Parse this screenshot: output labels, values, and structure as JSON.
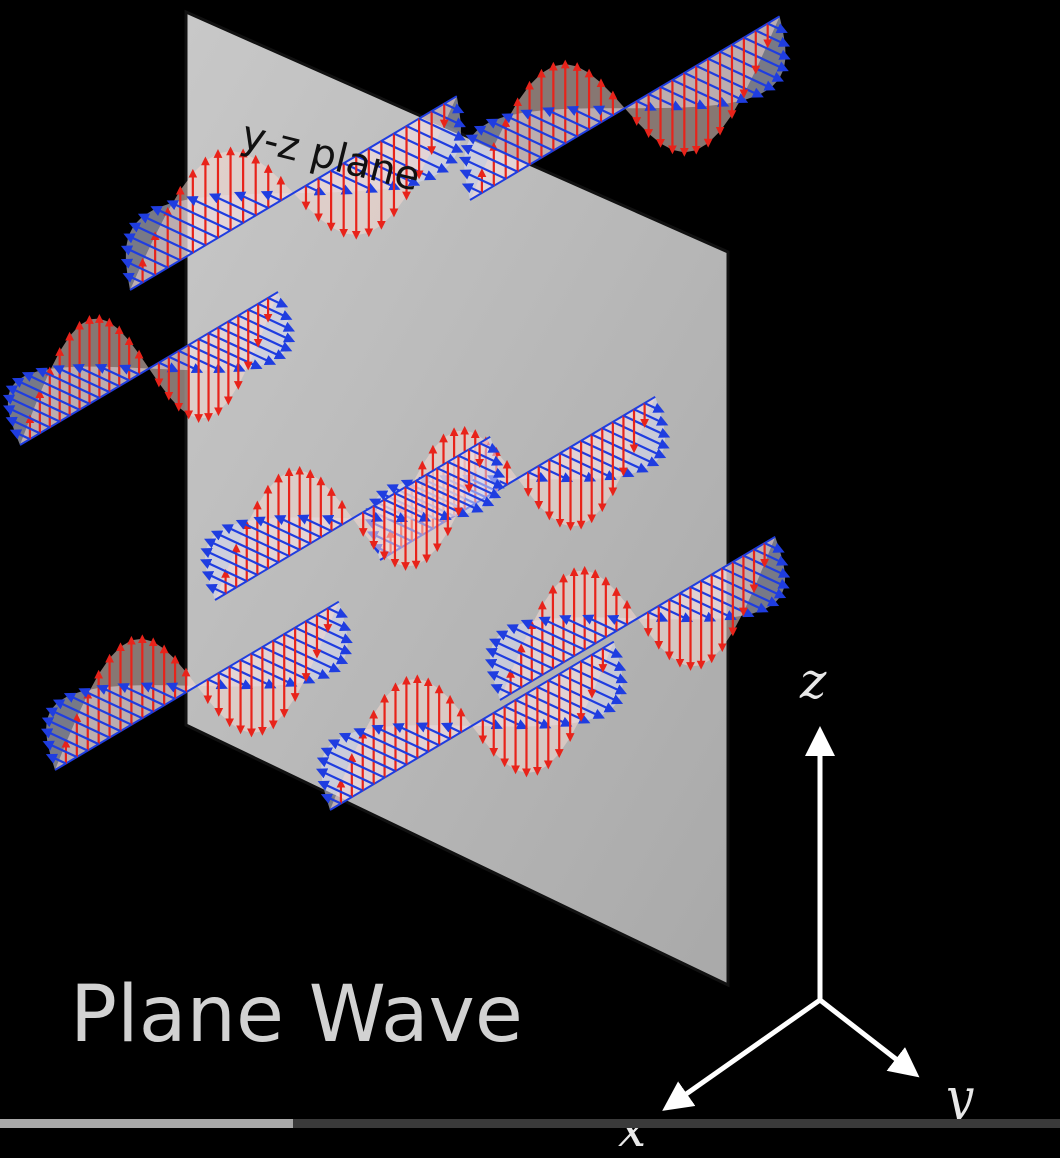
{
  "plane_label": "y-z plane",
  "title": "Plane Wave",
  "axes": {
    "z": "z",
    "y": "y",
    "x": "x"
  },
  "colors": {
    "background": "#000000",
    "plane": "#b8b8b8",
    "e_field": "#e8231a",
    "b_field": "#1f3de0"
  },
  "progress": {
    "fraction": 0.276
  }
}
